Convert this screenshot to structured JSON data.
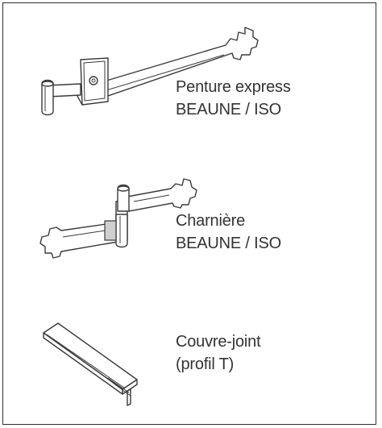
{
  "products": [
    {
      "name": "Penture express",
      "model": "BEAUNE / ISO",
      "icon": "strap-hinge-icon"
    },
    {
      "name": "Charnière",
      "model": "BEAUNE / ISO",
      "icon": "hinge-icon"
    },
    {
      "name": "Couvre-joint",
      "model": "(profil T)",
      "icon": "t-profile-cover-strip-icon"
    }
  ]
}
